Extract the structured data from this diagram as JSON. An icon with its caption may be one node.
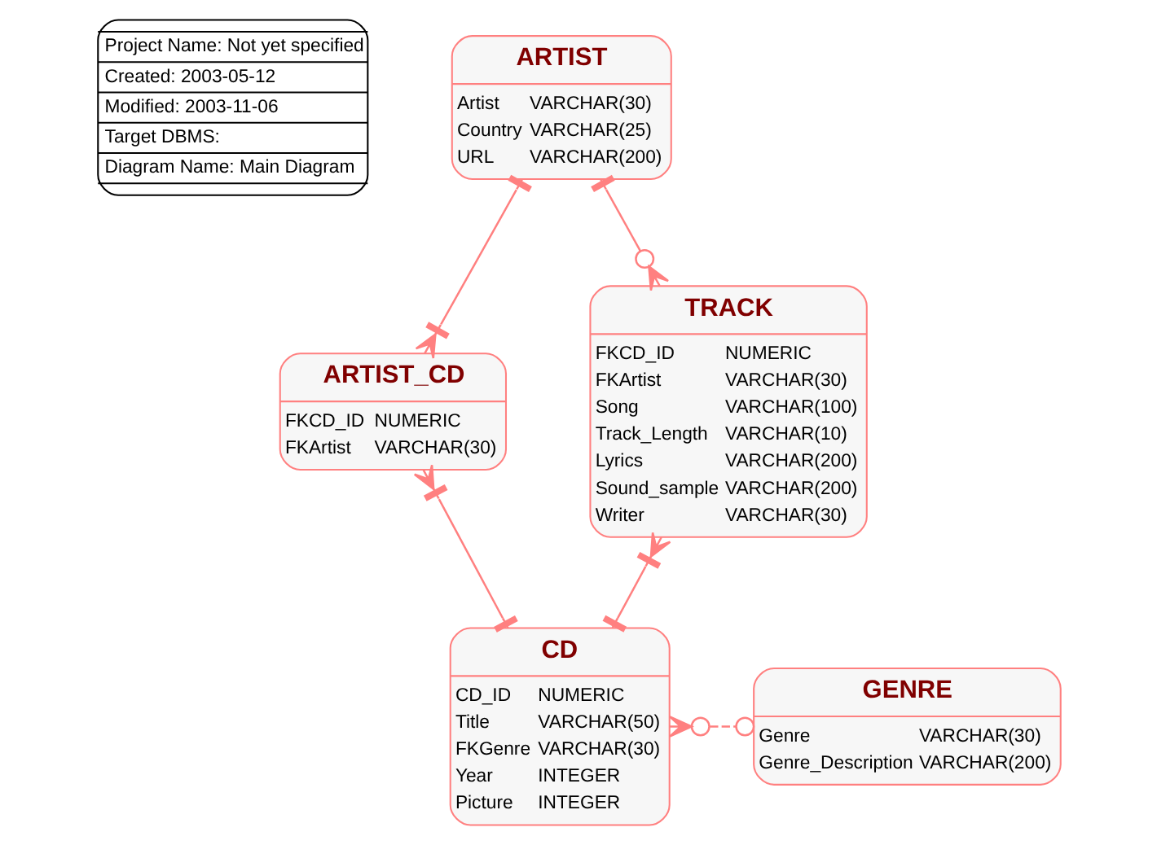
{
  "diagram": {
    "nodes": [
      {
        "text": [
          "Project Name: Not yet specified",
          "Created: 2003-05-12",
          "Modified: 2003-11-06",
          "Target DBMS:",
          "Diagram Name: Main Diagram"
        ]
      },
      {
        "text": [
          "ARTIST",
          "Artist",
          "VARCHAR(30)",
          "Country",
          "VARCHAR(25)",
          "URL",
          "VARCHAR(200)"
        ]
      },
      {
        "text": [
          "TRACK",
          "FKCD_ID",
          "NUMERIC",
          "FKArtist",
          "VARCHAR(30)",
          "Song",
          "VARCHAR(100)",
          "Track_Length",
          "VARCHAR(10)",
          "Lyrics",
          "VARCHAR(200)",
          "Sound_sample",
          "VARCHAR(200)",
          "Writer",
          "VARCHAR(30)"
        ]
      },
      {
        "text": [
          "ARTIST_CD",
          "FKCD_ID",
          "NUMERIC",
          "FKArtist",
          "VARCHAR(30)"
        ]
      },
      {
        "text": [
          "CD",
          "CD_ID",
          "NUMERIC",
          "Title",
          "VARCHAR(50)",
          "FKGenre",
          "VARCHAR(30)",
          "Year",
          "INTEGER",
          "Picture",
          "INTEGER"
        ]
      },
      {
        "text": [
          "GENRE",
          "Genre",
          "VARCHAR(30)",
          "Genre_Description",
          "VARCHAR(200)"
        ]
      }
    ],
    "edges": [
      {
        "from": 1,
        "to": 3,
        "arrow": "other"
      },
      {
        "from": 1,
        "to": 2,
        "arrow": "other"
      },
      {
        "from": 3,
        "to": 4,
        "arrow": "other"
      },
      {
        "from": 2,
        "to": 4,
        "arrow": "other"
      },
      {
        "from": 4,
        "to": 5,
        "arrow": "other",
        "style": "dashed"
      }
    ]
  }
}
